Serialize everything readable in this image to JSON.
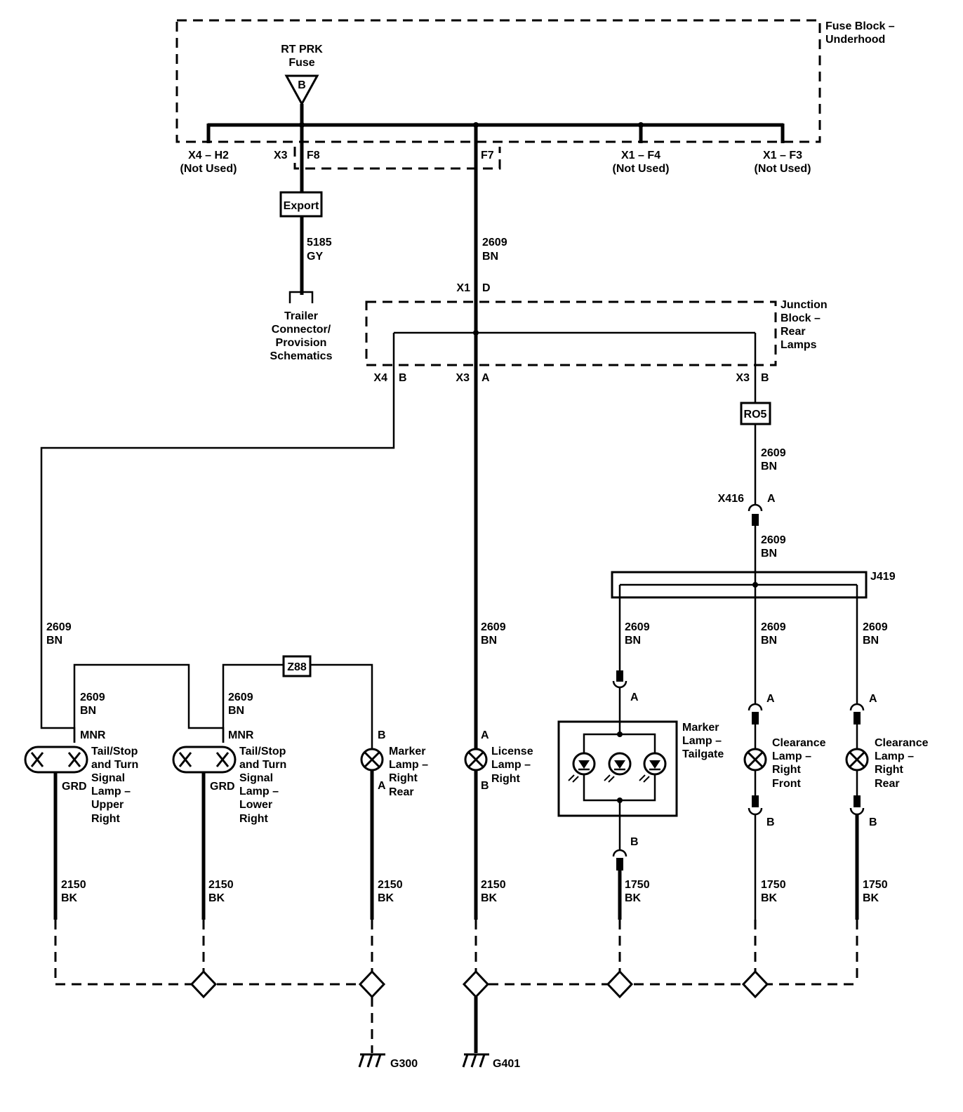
{
  "fuse_block": {
    "title_l1": "Fuse Block –",
    "title_l2": "Underhood"
  },
  "fuse": {
    "l1": "RT PRK",
    "l2": "Fuse",
    "terminal": "B"
  },
  "fuse_pins": {
    "x4_h2": "X4 – H2",
    "x4_h2_note": "(Not Used)",
    "x3": "X3",
    "f8": "F8",
    "f7": "F7",
    "x1_f4": "X1 – F4",
    "x1_f4_note": "(Not Used)",
    "x1_f3": "X1 – F3",
    "x1_f3_note": "(Not Used)"
  },
  "export_box": "Export",
  "trailer_wire": {
    "num": "5185",
    "color": "GY"
  },
  "trailer": {
    "l1": "Trailer",
    "l2": "Connector/",
    "l3": "Provision",
    "l4": "Schematics"
  },
  "main_wire": {
    "num": "2609",
    "color": "BN"
  },
  "jb_in": {
    "conn": "X1",
    "pin": "D"
  },
  "junction_block": {
    "l1": "Junction",
    "l2": "Block –",
    "l3": "Rear",
    "l4": "Lamps"
  },
  "jb_pins": {
    "x4": "X4",
    "x4_pin": "B",
    "x3a": "X3",
    "x3a_pin": "A",
    "x3b": "X3",
    "x3b_pin": "B"
  },
  "ro5_box": "RO5",
  "x416": {
    "label": "X416",
    "pin": "A"
  },
  "j419": "J419",
  "z88_box": "Z88",
  "wires": {
    "power_num": "2609",
    "power_color": "BN",
    "ground_a_num": "2150",
    "ground_a_color": "BK",
    "ground_b_num": "1750",
    "ground_b_color": "BK"
  },
  "lamp_upper": {
    "mnr": "MNR",
    "grd": "GRD",
    "l1": "Tail/Stop",
    "l2": "and Turn",
    "l3": "Signal",
    "l4": "Lamp –",
    "l5": "Upper",
    "l6": "Right"
  },
  "lamp_lower": {
    "mnr": "MNR",
    "grd": "GRD",
    "l1": "Tail/Stop",
    "l2": "and Turn",
    "l3": "Signal",
    "l4": "Lamp –",
    "l5": "Lower",
    "l6": "Right"
  },
  "marker_rr": {
    "pin_top": "B",
    "pin_bot": "A",
    "l1": "Marker",
    "l2": "Lamp –",
    "l3": "Right",
    "l4": "Rear"
  },
  "license": {
    "pin_top": "A",
    "pin_bot": "B",
    "l1": "License",
    "l2": "Lamp –",
    "l3": "Right"
  },
  "marker_tg": {
    "pin_top": "A",
    "pin_bot": "B",
    "l1": "Marker",
    "l2": "Lamp –",
    "l3": "Tailgate"
  },
  "clear_front": {
    "pin_top": "A",
    "pin_bot": "B",
    "l1": "Clearance",
    "l2": "Lamp –",
    "l3": "Right",
    "l4": "Front"
  },
  "clear_rear": {
    "pin_top": "A",
    "pin_bot": "B",
    "l1": "Clearance",
    "l2": "Lamp –",
    "l3": "Right",
    "l4": "Rear"
  },
  "grounds": {
    "g300": "G300",
    "g401": "G401"
  }
}
